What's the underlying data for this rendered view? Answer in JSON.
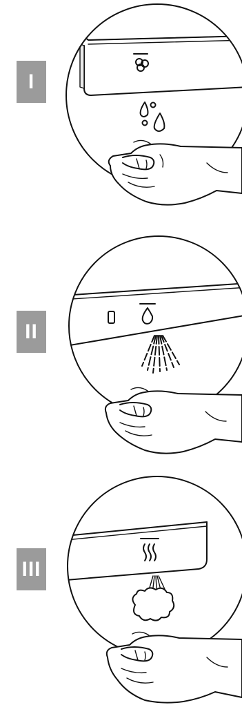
{
  "steps": [
    {
      "label": "I",
      "mode": "droplets",
      "panel_icon": "fan-icon"
    },
    {
      "label": "II",
      "mode": "spray",
      "panel_icon": "water-drop-icon"
    },
    {
      "label": "III",
      "mode": "steam",
      "panel_icon": "heat-waves-icon"
    }
  ]
}
